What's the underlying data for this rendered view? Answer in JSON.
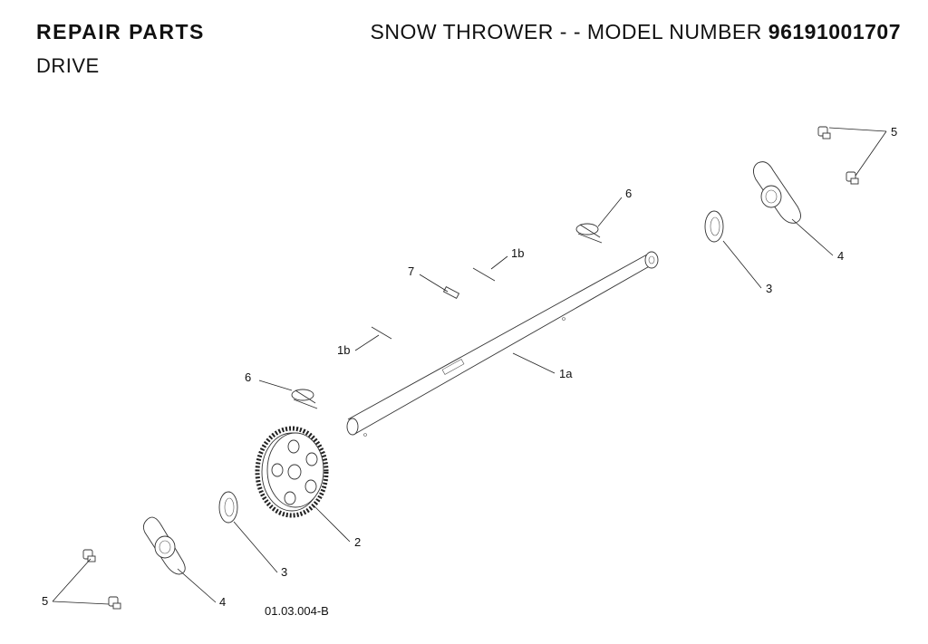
{
  "header": {
    "left_title": "REPAIR PARTS",
    "right_prefix": "SNOW THROWER - - MODEL NUMBER ",
    "model_number": "96191001707"
  },
  "subtitle": "DRIVE",
  "diagram_ref": "01.03.004-B",
  "callouts": {
    "c5_top": "5",
    "c6_top": "6",
    "c1b_top": "1b",
    "c7": "7",
    "c4_top": "4",
    "c3_top": "3",
    "c1b_left": "1b",
    "c6_left": "6",
    "c1a": "1a",
    "c2": "2",
    "c3_bottom": "3",
    "c5_bottom": "5",
    "c4_bottom": "4"
  }
}
